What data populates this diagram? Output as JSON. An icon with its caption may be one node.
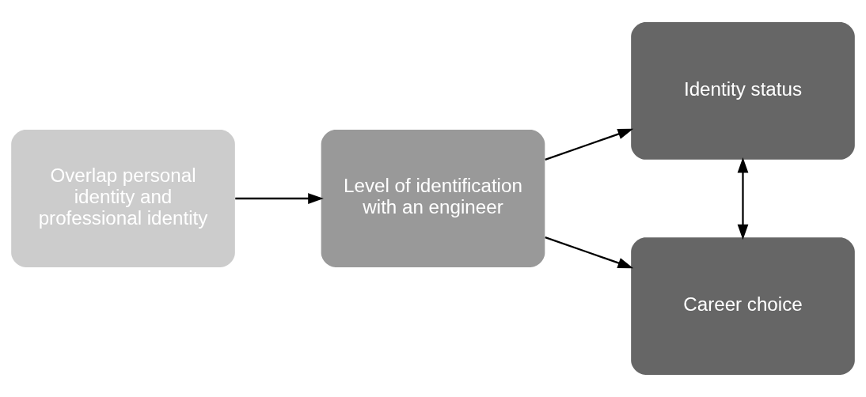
{
  "diagram": {
    "nodes": [
      {
        "text": [
          "Overlap personal identity and professional identity"
        ]
      },
      {
        "text": [
          "Level of identification with an engineer"
        ]
      },
      {
        "text": [
          "Identity status"
        ]
      },
      {
        "text": [
          "Career choice"
        ]
      }
    ],
    "edges": [
      {
        "from": 0,
        "to": 1,
        "arrow": "to"
      },
      {
        "from": 1,
        "to": 2,
        "arrow": "to"
      },
      {
        "from": 1,
        "to": 3,
        "arrow": "to"
      },
      {
        "from": 2,
        "to": 3,
        "arrow": "both"
      }
    ]
  }
}
